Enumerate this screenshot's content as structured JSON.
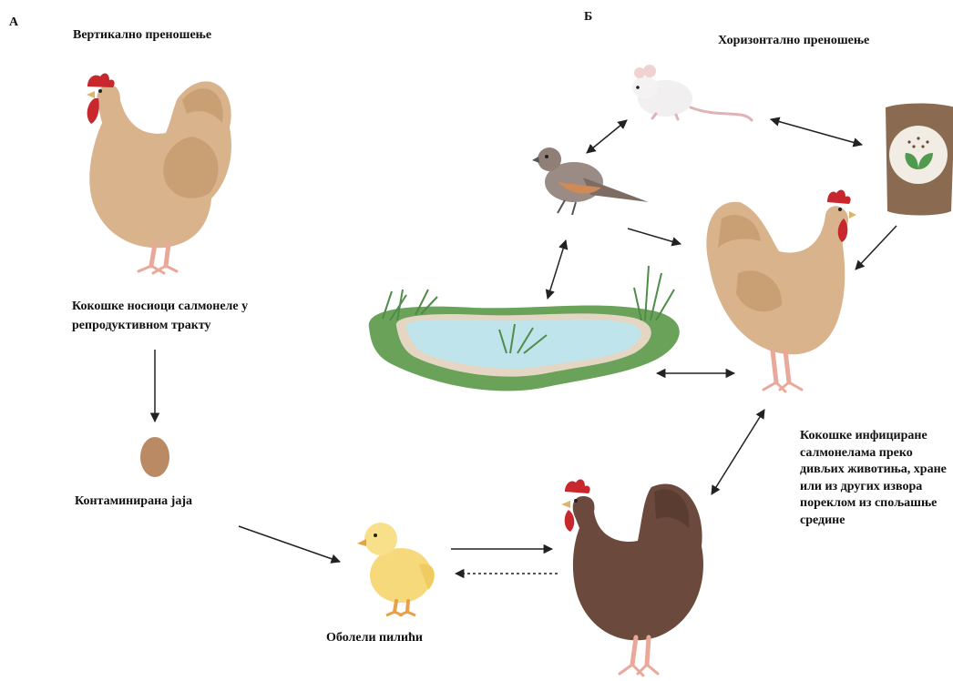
{
  "panel_a": {
    "letter": "A",
    "title": "Вертикално преношење",
    "carrier_label": "Кокошке носиоци салмонеле у репродуктивном тракту",
    "egg_label": "Контаминирана јаја",
    "chick_label": "Оболели пилићи"
  },
  "panel_b": {
    "letter": "Б",
    "title": "Хоризонтално преношење",
    "infected_label": "Кокошке инфициране салмонелама преко дивљих животиња, хране или из других извора пореклом из спољашње средине"
  },
  "colors": {
    "hen_tan": "#d9b38c",
    "hen_dark": "#6b4a3d",
    "comb_red": "#c8272d",
    "egg": "#b98a64",
    "chick": "#f6d97a",
    "water": "#bfe4ec",
    "grass": "#6aa25a",
    "bird": "#8f7f76",
    "feed_bag": "#8a6a50",
    "arrow": "#222222"
  },
  "icons": [
    "hen-icon",
    "egg-icon",
    "chick-icon",
    "mouse-icon",
    "sparrow-icon",
    "pond-icon",
    "feed-bag-icon",
    "dark-hen-icon"
  ]
}
